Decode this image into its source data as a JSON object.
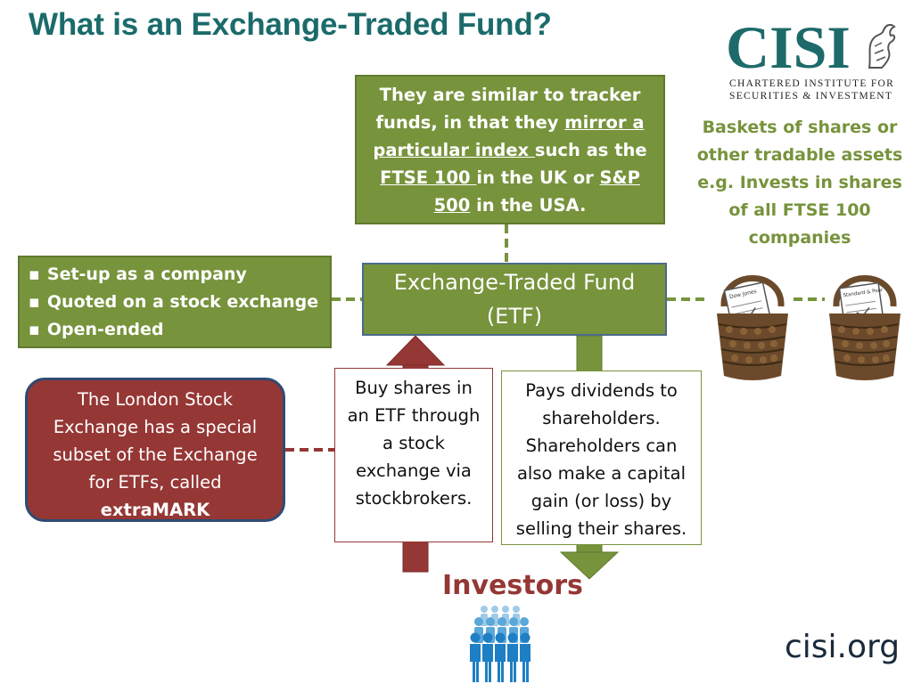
{
  "title": "What is an Exchange-Traded Fund?",
  "logo": {
    "word": "CISI",
    "line1": "CHARTERED INSTITUTE FOR",
    "line2": "SECURITIES & INVESTMENT"
  },
  "top_box": {
    "t1": "They are similar to tracker funds, in that they ",
    "u1": "mirror a particular index ",
    "t2": "such as the ",
    "u2": "FTSE 100 ",
    "t3": "in the UK or ",
    "u3": "S&P 500",
    "t4": " in the USA."
  },
  "baskets_text": "Baskets of shares or other tradable assets e.g. Invests in shares of all FTSE 100 companies",
  "basket_labels": [
    "Dow Jones",
    "Standard & Poor"
  ],
  "features": [
    "Set-up as a company",
    "Quoted on a stock exchange",
    "Open-ended"
  ],
  "etf_box": {
    "line1": "Exchange-Traded Fund",
    "line2": "(ETF)"
  },
  "lse_box": {
    "text": "The London Stock Exchange has a special subset of the Exchange for ETFs, called",
    "bold": "extraMARK"
  },
  "buy_box": "Buy shares in an ETF through a stock exchange via stockbrokers.",
  "pay_box": "Pays dividends to shareholders. Shareholders can also make a capital gain (or loss) by selling their shares.",
  "investors_label": "Investors",
  "footer_url": "cisi.org",
  "colors": {
    "title": "#1b6b6b",
    "green": "#77933c",
    "red": "#953735",
    "border_blue": "#2e4b72",
    "people": "#1f7fc4"
  },
  "icons": [
    "griffin-icon",
    "basket-icon",
    "people-icon",
    "up-arrow",
    "down-arrow"
  ]
}
